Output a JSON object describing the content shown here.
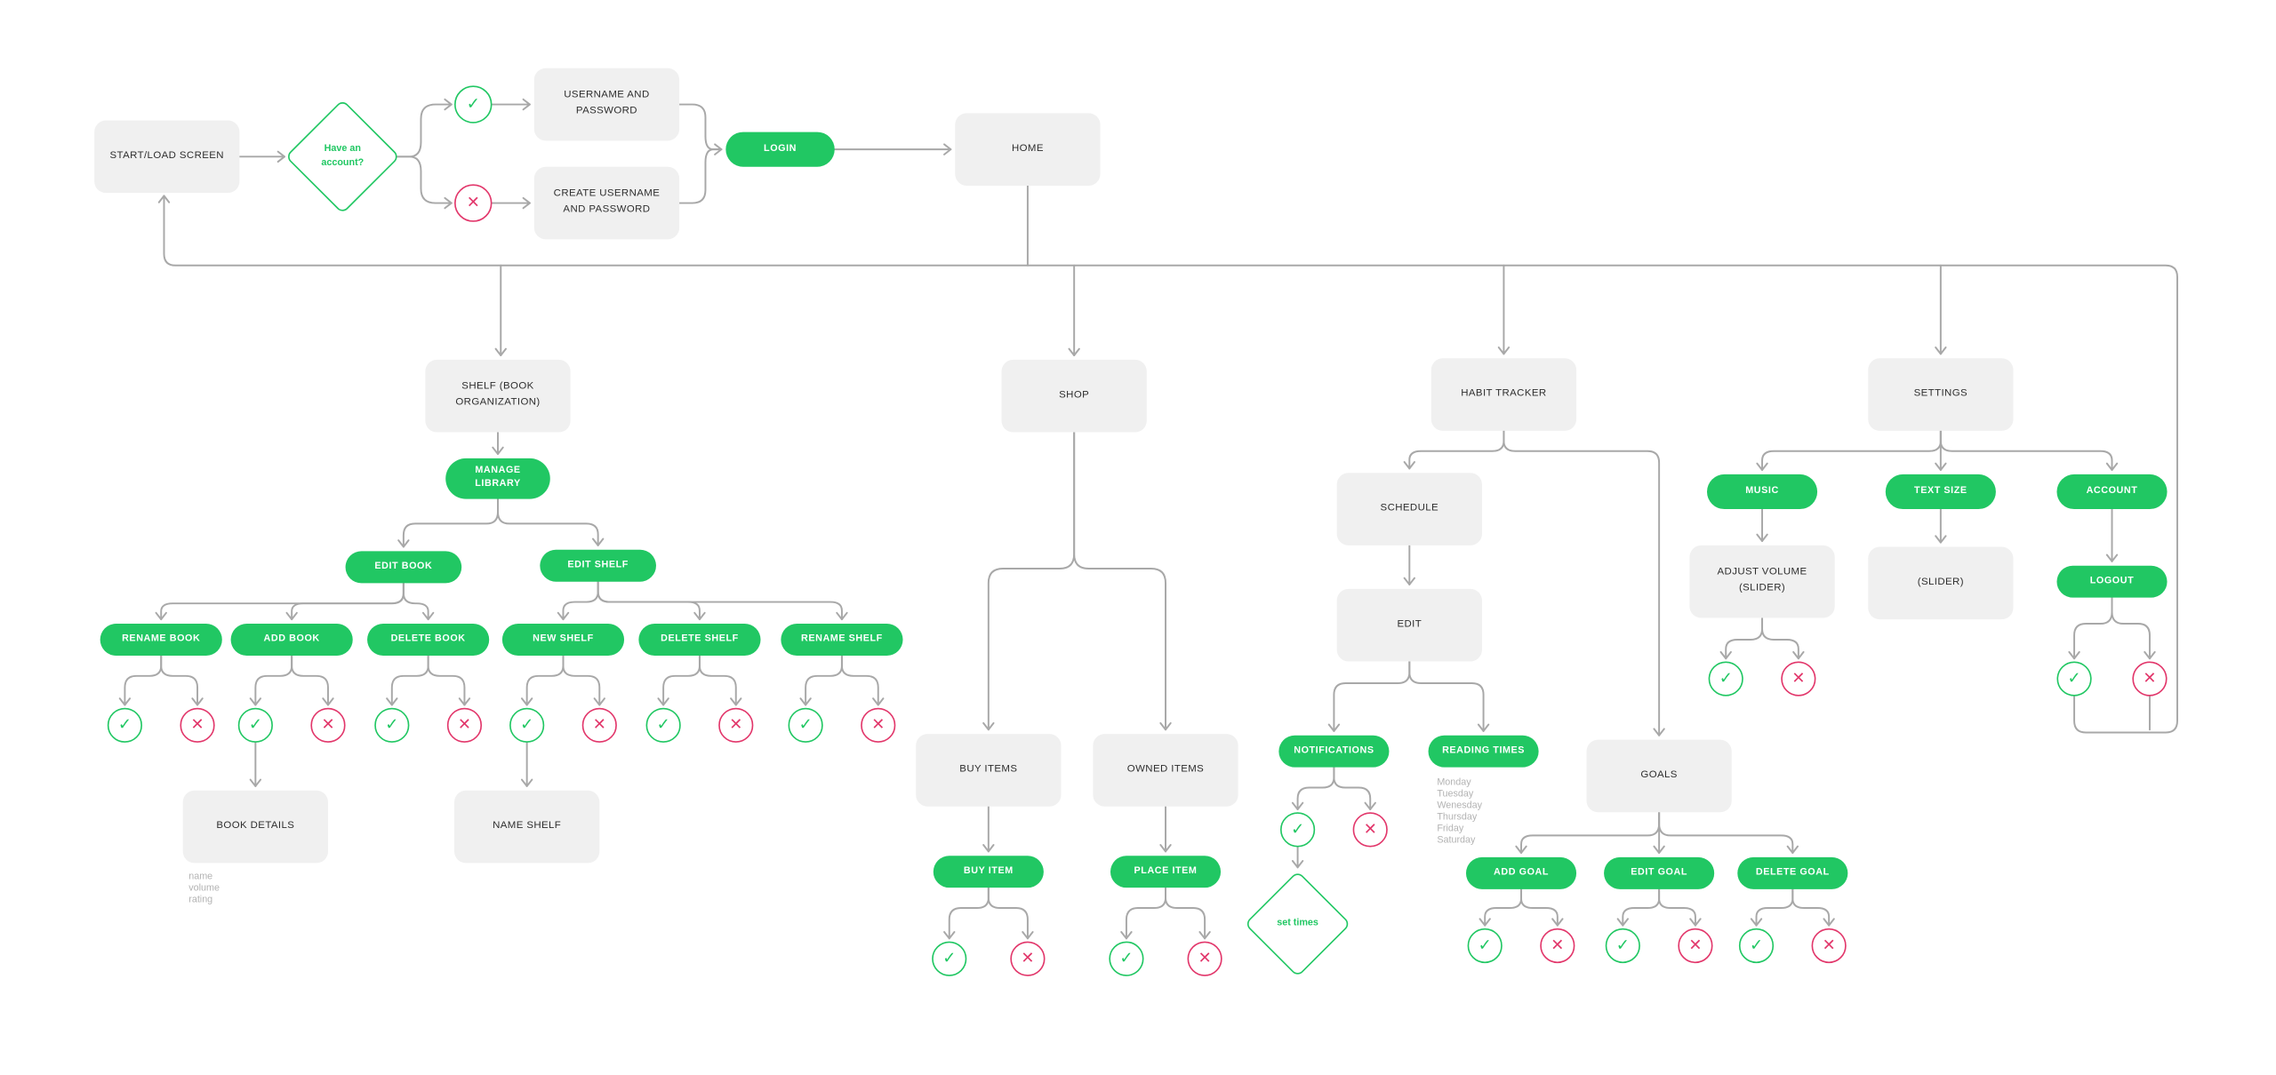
{
  "flow": {
    "start": "START/LOAD SCREEN",
    "have_account": "Have an account?",
    "username": "USERNAME AND PASSWORD",
    "create_username": "CREATE USERNAME AND PASSWORD",
    "login": "LOGIN",
    "home": "HOME"
  },
  "shelf": {
    "root": "SHELF (BOOK ORGANIZATION)",
    "manage_library": "MANAGE LIBRARY",
    "edit_book": "EDIT BOOK",
    "edit_shelf": "EDIT SHELF",
    "rename_book": "RENAME BOOK",
    "add_book": "ADD BOOK",
    "delete_book": "DELETE BOOK",
    "new_shelf": "NEW SHELF",
    "delete_shelf": "DELETE SHELF",
    "rename_shelf": "RENAME SHELF",
    "book_details": "BOOK DETAILS",
    "book_fields": [
      "name",
      "volume",
      "rating"
    ],
    "name_shelf": "NAME SHELF"
  },
  "shop": {
    "root": "SHOP",
    "buy_items": "BUY ITEMS",
    "owned_items": "OWNED ITEMS",
    "buy_item": "BUY ITEM",
    "place_item": "PLACE ITEM"
  },
  "habit": {
    "root": "HABIT TRACKER",
    "schedule": "SCHEDULE",
    "edit": "EDIT",
    "notifications": "NOTIFICATIONS",
    "reading_times": "READING TIMES",
    "weekdays": [
      "Monday",
      "Tuesday",
      "Wenesday",
      "Thursday",
      "Friday",
      "Saturday"
    ],
    "set_times": "set times",
    "goals": "GOALS",
    "add_goal": "ADD GOAL",
    "edit_goal": "EDIT GOAL",
    "delete_goal": "DELETE GOAL"
  },
  "settings": {
    "root": "SETTINGS",
    "music": "MUSIC",
    "text_size": "TEXT SIZE",
    "account": "ACCOUNT",
    "adjust_volume": "ADJUST VOLUME (SLIDER)",
    "slider": "(SLIDER)",
    "logout": "LOGOUT"
  },
  "icons": {
    "check": "✓",
    "cross": "✕"
  },
  "colors": {
    "green": "#21C763",
    "red": "#E2376B",
    "line": "#A8A8A8",
    "node_fill": "#F0F0F0"
  }
}
